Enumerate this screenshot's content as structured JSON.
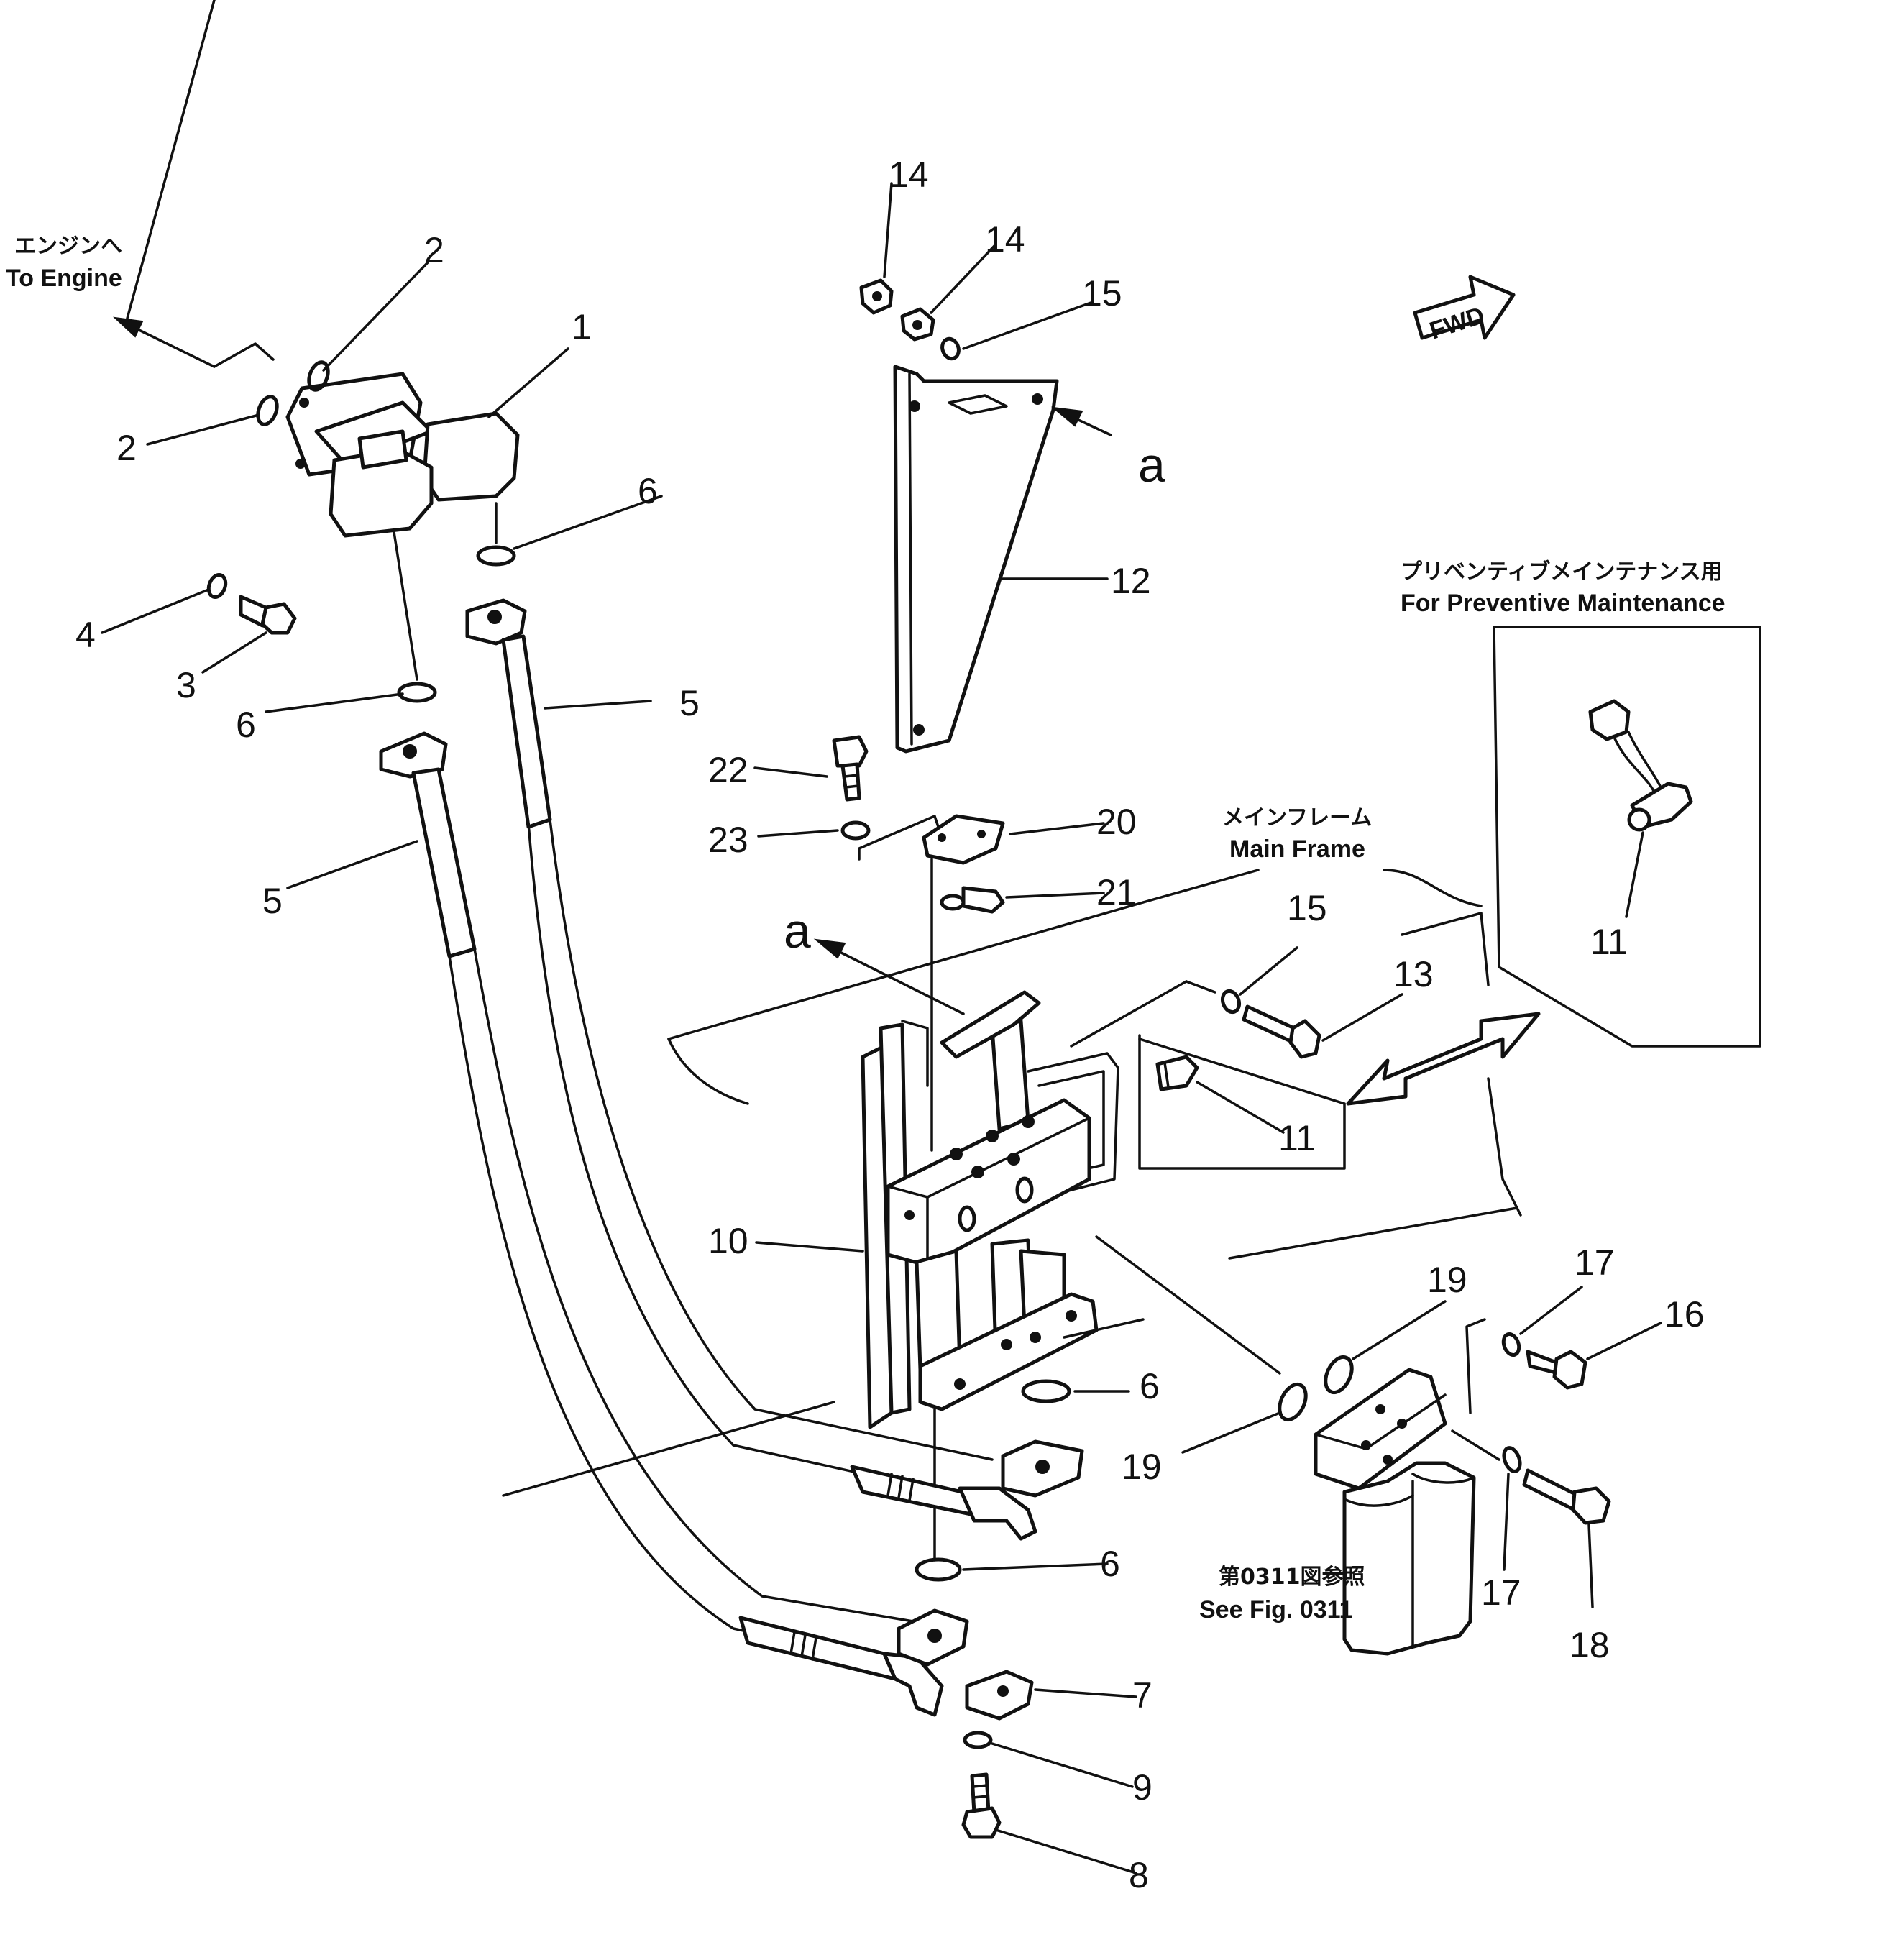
{
  "annotations": {
    "to_engine_jp": "エンジンへ",
    "to_engine_en": "To Engine",
    "main_frame_jp": "メインフレーム",
    "main_frame_en": "Main Frame",
    "pm_jp": "プリベンティブメインテナンス用",
    "pm_en": "For Preventive Maintenance",
    "see_fig_jp": "第0311図参照",
    "see_fig_en": "See Fig. 0311",
    "fwd": "FWD",
    "view_a_top": "a",
    "view_a_mid": "a"
  },
  "callouts": {
    "p1": "1",
    "p2a": "2",
    "p2b": "2",
    "p3": "3",
    "p4": "4",
    "p5a": "5",
    "p5b": "5",
    "p6a": "6",
    "p6b": "6",
    "p6c": "6",
    "p6d": "6",
    "p7": "7",
    "p8": "8",
    "p9": "9",
    "p10": "10",
    "p11a": "11",
    "p11b": "11",
    "p12": "12",
    "p13": "13",
    "p14a": "14",
    "p14b": "14",
    "p15a": "15",
    "p15b": "15",
    "p16": "16",
    "p17a": "17",
    "p17b": "17",
    "p18": "18",
    "p19a": "19",
    "p19b": "19",
    "p20": "20",
    "p21": "21",
    "p22": "22",
    "p23": "23"
  },
  "colors": {
    "ink": "#111111",
    "paper": "#ffffff"
  }
}
